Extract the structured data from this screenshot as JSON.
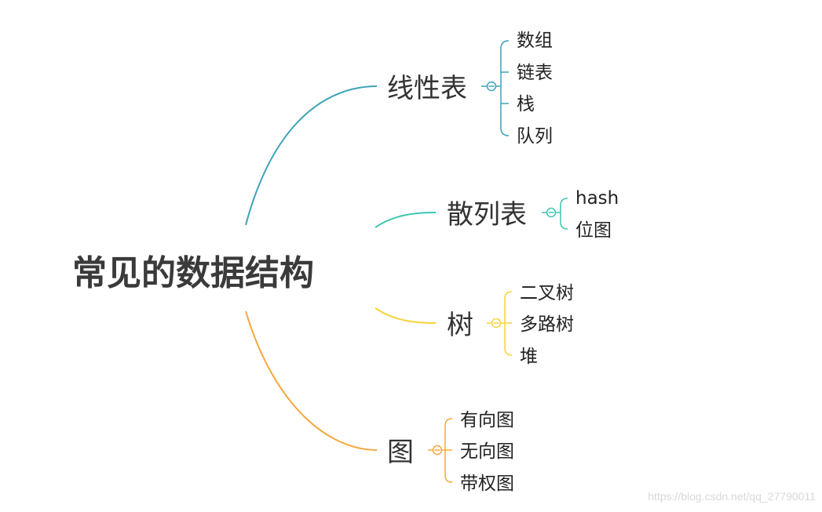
{
  "root": {
    "label": "常见的数据结构"
  },
  "branches": [
    {
      "id": "linear",
      "label": "线性表",
      "color": "#3ca3b8",
      "children": [
        "数组",
        "链表",
        "栈",
        "队列"
      ]
    },
    {
      "id": "hash",
      "label": "散列表",
      "color": "#3cc6b0",
      "children": [
        "hash",
        "位图"
      ]
    },
    {
      "id": "tree",
      "label": "树",
      "color": "#f5d33d",
      "children": [
        "二叉树",
        "多路树",
        "堆"
      ]
    },
    {
      "id": "graph",
      "label": "图",
      "color": "#f5a73c",
      "children": [
        "有向图",
        "无向图",
        "带权图"
      ]
    }
  ],
  "watermark": "https://blog.csdn.net/qq_27790011"
}
